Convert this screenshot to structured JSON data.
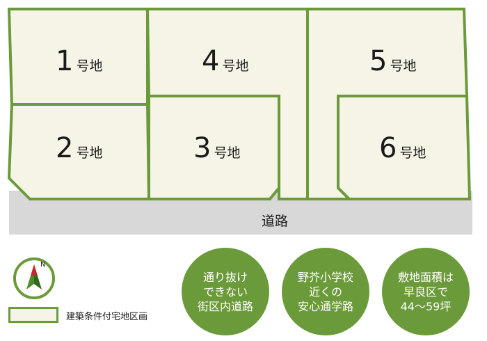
{
  "colors": {
    "lot_fill": "#f6f4e6",
    "lot_stroke": "#6a9a3a",
    "road": "#d8d8d8",
    "badge": "#6b9a3a",
    "compass_red": "#c0282a",
    "compass_green": "#4f8a2a"
  },
  "lots": [
    {
      "num": "1",
      "suffix": "号地"
    },
    {
      "num": "2",
      "suffix": "号地"
    },
    {
      "num": "3",
      "suffix": "号地"
    },
    {
      "num": "4",
      "suffix": "号地"
    },
    {
      "num": "5",
      "suffix": "号地"
    },
    {
      "num": "6",
      "suffix": "号地"
    }
  ],
  "road": {
    "label": "道路"
  },
  "compass": {
    "label": "N",
    "icon": "north-arrow-icon"
  },
  "legend": {
    "label": "建築条件付宅地区画"
  },
  "badges": [
    {
      "text": "通り抜け\nできない\n街区内道路"
    },
    {
      "text": "野芥小学校\n近くの\n安心通学路"
    },
    {
      "text": "敷地面積は\n早良区で\n44〜59坪"
    }
  ]
}
